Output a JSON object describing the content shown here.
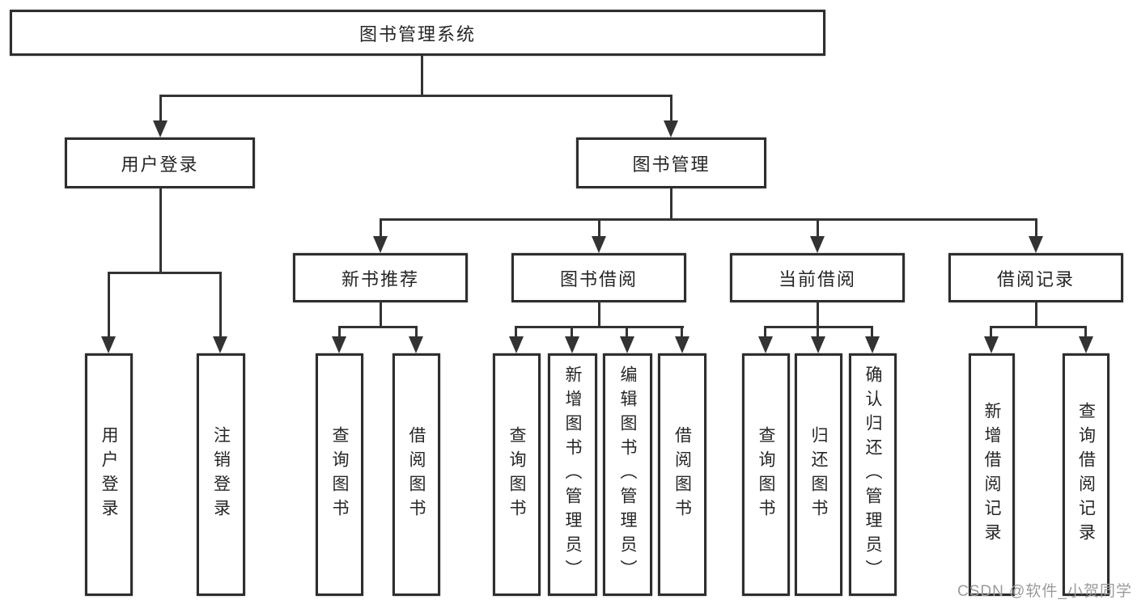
{
  "diagram": {
    "root": {
      "label": "图书管理系统"
    },
    "branches": [
      {
        "label": "用户登录",
        "children": [
          {
            "label": "用户登录"
          },
          {
            "label": "注销登录"
          }
        ]
      },
      {
        "label": "图书管理",
        "children": [
          {
            "label": "新书推荐",
            "children": [
              {
                "label": "查询图书"
              },
              {
                "label": "借阅图书"
              }
            ]
          },
          {
            "label": "图书借阅",
            "children": [
              {
                "label": "查询图书"
              },
              {
                "label": "新增图书（管理员）"
              },
              {
                "label": "编辑图书（管理员）"
              },
              {
                "label": "借阅图书"
              }
            ]
          },
          {
            "label": "当前借阅",
            "children": [
              {
                "label": "查询图书"
              },
              {
                "label": "归还图书"
              },
              {
                "label": "确认归还（管理员）"
              }
            ]
          },
          {
            "label": "借阅记录",
            "children": [
              {
                "label": "新增借阅记录"
              },
              {
                "label": "查询借阅记录"
              }
            ]
          }
        ]
      }
    ]
  },
  "watermark": {
    "text": "CSDN @软件_小贺同学"
  },
  "colors": {
    "line": "#333333",
    "box_border": "#2e2e2e",
    "box_fill": "#ffffff",
    "text": "#262626",
    "watermark": "#9b9b9b"
  }
}
